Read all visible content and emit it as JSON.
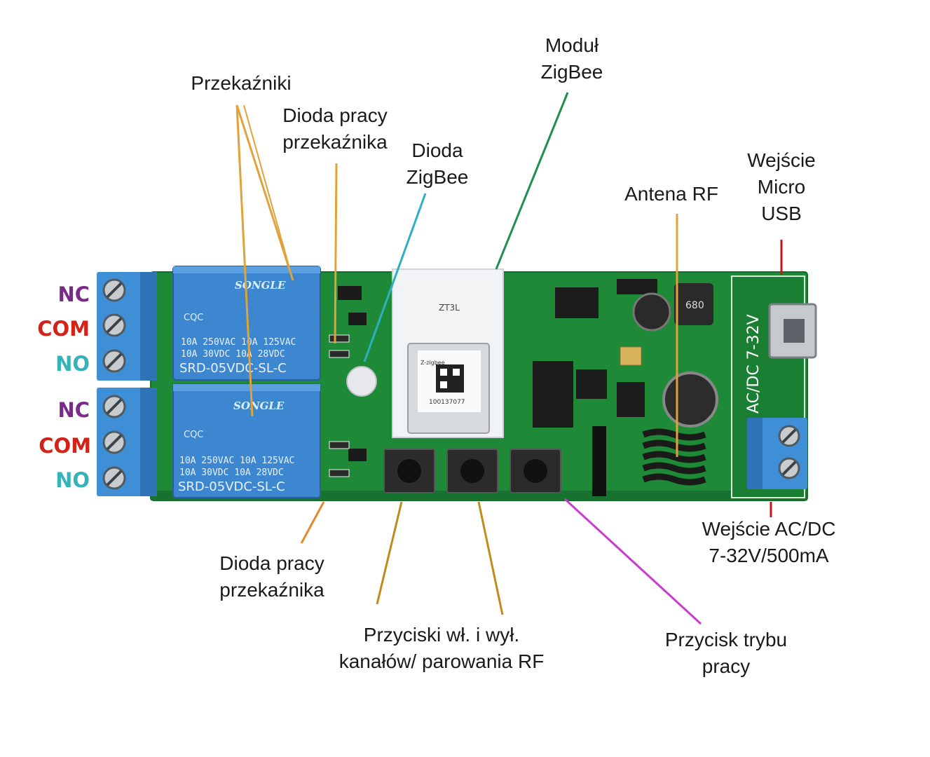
{
  "labels": {
    "relays": "Przekaźniki",
    "relay_led_top": [
      "Dioda pracy",
      "przekaźnika"
    ],
    "zigbee_led": [
      "Dioda",
      "ZigBee"
    ],
    "zigbee_module": [
      "Moduł",
      "ZigBee"
    ],
    "rf_antenna": "Antena RF",
    "usb_input": [
      "Wejście",
      "Micro",
      "USB"
    ],
    "relay_led_bottom": [
      "Dioda pracy",
      "przekaźnika"
    ],
    "channel_buttons": [
      "Przyciski wł. i wył.",
      "kanałów/ parowania RF"
    ],
    "mode_button": [
      "Przycisk trybu",
      "pracy"
    ],
    "power_input": [
      "Wejście AC/DC",
      "7-32V/500mA"
    ]
  },
  "terminals": {
    "upper": [
      "NC",
      "COM",
      "NO"
    ],
    "lower": [
      "NC",
      "COM",
      "NO"
    ]
  },
  "board_print": {
    "relay_brand": "SONGLE",
    "relay_rating_1": "10A 250VAC  10A 125VAC",
    "relay_rating_2": "10A  30VDC  10A  28VDC",
    "relay_model": "SRD-05VDC-SL-C",
    "relay_cert": "CQC",
    "module_name": "ZT3L",
    "module_sub": "Z-zigbee",
    "module_serial": "100137077",
    "voltage_print": "AC/DC  7-32V",
    "inductor_code": "680"
  },
  "colors": {
    "pcb_green": "#1f8c3a",
    "terminal_blue": "#3e8fd6",
    "relay_blue": "#3d86d0",
    "relay_line": "#e0a23a",
    "led_line": "#e38a2e",
    "zigbee_led_line": "#2ab0c2",
    "module_line": "#1f8e4f",
    "mode_line": "#c93ccd",
    "red_line": "#c0151b",
    "nc_color": "#7b2a8a",
    "com_color": "#d32218",
    "no_color": "#35b3b8"
  }
}
